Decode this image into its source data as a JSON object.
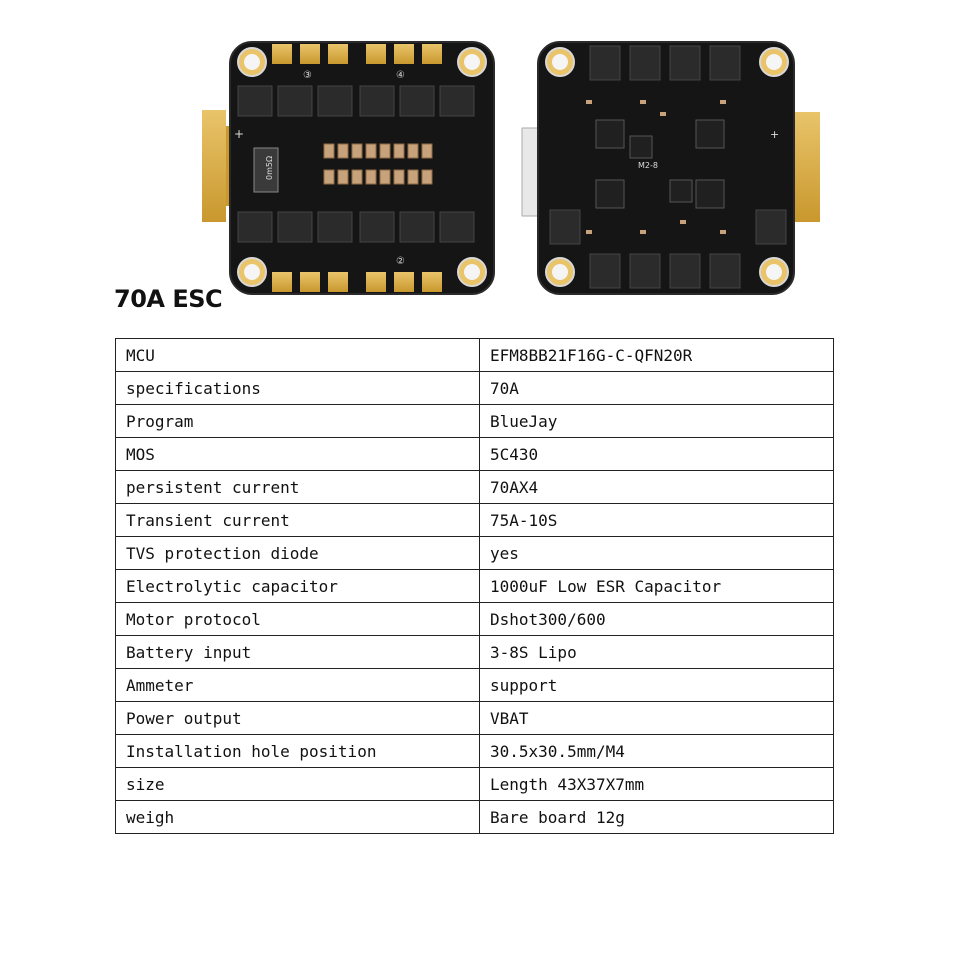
{
  "images": {
    "front_board": {
      "silkscreen": [
        "③",
        "④",
        "②",
        "+",
        "0m5Ω"
      ]
    },
    "back_board": {
      "silkscreen": [
        "M2-8",
        "+"
      ]
    }
  },
  "title": "70A ESC",
  "spec_table": {
    "rows": [
      {
        "label": "MCU",
        "value": "EFM8BB21F16G-C-QFN20R"
      },
      {
        "label": "specifications",
        "value": "70A"
      },
      {
        "label": "Program",
        "value": "BlueJay"
      },
      {
        "label": "MOS",
        "value": "5C430"
      },
      {
        "label": "persistent current",
        "value": "70AX4"
      },
      {
        "label": "Transient current",
        "value": "75A-10S"
      },
      {
        "label": "TVS protection diode",
        "value": "yes"
      },
      {
        "label": "Electrolytic capacitor",
        "value": "1000uF Low ESR Capacitor"
      },
      {
        "label": "Motor protocol",
        "value": "Dshot300/600"
      },
      {
        "label": "Battery input",
        "value": "3-8S Lipo"
      },
      {
        "label": "Ammeter",
        "value": "support"
      },
      {
        "label": "Power output",
        "value": "VBAT"
      },
      {
        "label": "Installation hole position",
        "value": "30.5x30.5mm/M4"
      },
      {
        "label": "size",
        "value": "Length 43X37X7mm"
      },
      {
        "label": "weigh",
        "value": "Bare board 12g"
      }
    ]
  }
}
